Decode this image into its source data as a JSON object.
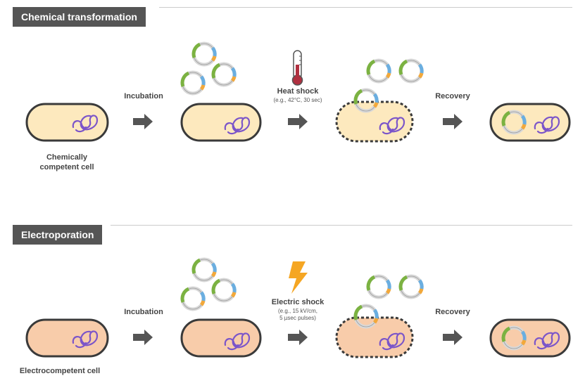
{
  "sections": [
    {
      "title": "Chemical transformation",
      "start_caption_line1": "Chemically",
      "start_caption_line2": "competent cell",
      "step1_label": "Incubation",
      "step2_label": "Heat shock",
      "step2_detail_line1": "(e.g., 42°C, 30 sec)",
      "step2_detail_line2": "",
      "step3_label": "Recovery"
    },
    {
      "title": "Electroporation",
      "start_caption_line1": "Electrocompetent cell",
      "start_caption_line2": "",
      "step1_label": "Incubation",
      "step2_label": "Electric shock",
      "step2_detail_line1": "(e.g., 15 kV/cm,",
      "step2_detail_line2": "5 µsec pulses)",
      "step3_label": "Recovery"
    }
  ],
  "colors": {
    "tab_bg": "#555555",
    "cell_chemical_fill": "#fde9be",
    "cell_electro_fill": "#f8ccaa",
    "cell_border": "#3a3a3a",
    "dna": "#7b55c9",
    "arrow": "#555555",
    "plasmid_green": "#7bb241",
    "plasmid_blue": "#6aaee0",
    "plasmid_orange": "#f2a83a",
    "bolt": "#f5a623",
    "thermometer_red": "#b03040"
  },
  "icons": [
    "thermometer-icon",
    "lightning-bolt-icon",
    "arrow-right-icon",
    "plasmid-icon"
  ]
}
